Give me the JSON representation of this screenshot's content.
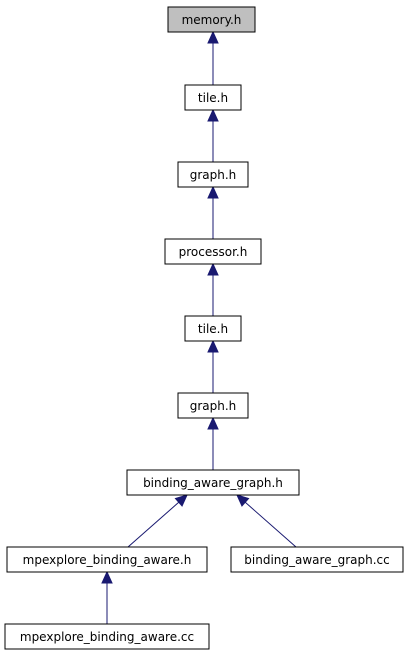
{
  "diagram": {
    "nodes": [
      {
        "id": "n0",
        "label": "memory.h",
        "root": true
      },
      {
        "id": "n1",
        "label": "tile.h"
      },
      {
        "id": "n2",
        "label": "graph.h"
      },
      {
        "id": "n3",
        "label": "processor.h"
      },
      {
        "id": "n4",
        "label": "tile.h"
      },
      {
        "id": "n5",
        "label": "graph.h"
      },
      {
        "id": "n6",
        "label": "binding_aware_graph.h"
      },
      {
        "id": "n7",
        "label": "mpexplore_binding_aware.h"
      },
      {
        "id": "n8",
        "label": "binding_aware_graph.cc"
      },
      {
        "id": "n9",
        "label": "mpexplore_binding_aware.cc"
      }
    ],
    "edges": [
      {
        "from": "n1",
        "to": "n0"
      },
      {
        "from": "n2",
        "to": "n1"
      },
      {
        "from": "n3",
        "to": "n2"
      },
      {
        "from": "n4",
        "to": "n3"
      },
      {
        "from": "n5",
        "to": "n4"
      },
      {
        "from": "n6",
        "to": "n5"
      },
      {
        "from": "n7",
        "to": "n6"
      },
      {
        "from": "n8",
        "to": "n6"
      },
      {
        "from": "n9",
        "to": "n7"
      }
    ],
    "colors": {
      "edge": "#191970",
      "root_fill": "#bfbfbf",
      "node_fill": "#ffffff",
      "border": "#000000"
    }
  }
}
